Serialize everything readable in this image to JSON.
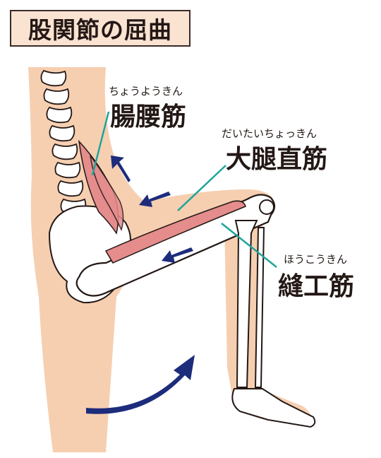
{
  "title": "股関節の屈曲",
  "muscles": [
    {
      "reading": "ちょうようきん",
      "name": "腸腰筋"
    },
    {
      "reading": "だいたいちょっきん",
      "name": "大腿直筋"
    },
    {
      "reading": "ほうこうきん",
      "name": "縫工筋"
    }
  ],
  "colors": {
    "skin": "#f6cfb1",
    "bone": "#ffffff",
    "outline": "#231815",
    "muscle": "#e58c8c",
    "arrow": "#1d2c7b",
    "leader_line": "#1fa49a",
    "title_bg": "#fbe3d2"
  }
}
